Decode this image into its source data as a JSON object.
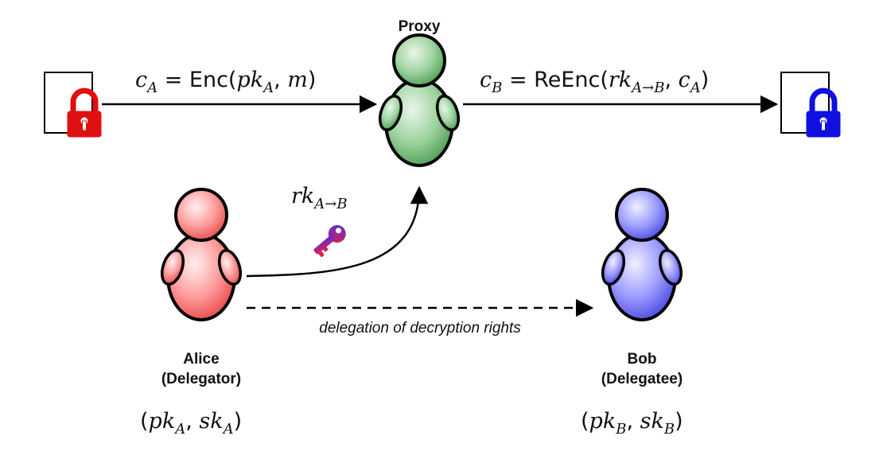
{
  "proxy": {
    "label": "Proxy"
  },
  "alice": {
    "name": "Alice",
    "role": "(Delegator)",
    "keys": "(pk_A, sk_A)"
  },
  "bob": {
    "name": "Bob",
    "role": "(Delegatee)",
    "keys": "(pk_B, sk_B)"
  },
  "formulas": {
    "ca": "c_A = Enc(pk_A, m)",
    "cb": "c_B = ReEnc(rk_A→B, c_A)",
    "rk": "rk_A→B"
  },
  "delegation": {
    "caption": "delegation of decryption rights"
  },
  "icons": {
    "left_lock": "padlock-icon",
    "right_lock": "padlock-icon",
    "key": "key-icon",
    "person": "person-icon"
  },
  "colors": {
    "alice": "#ff6f6f",
    "bob": "#6f6fff",
    "proxy": "#66b36a",
    "lock_left": "#e01010",
    "lock_right": "#1010e0"
  }
}
